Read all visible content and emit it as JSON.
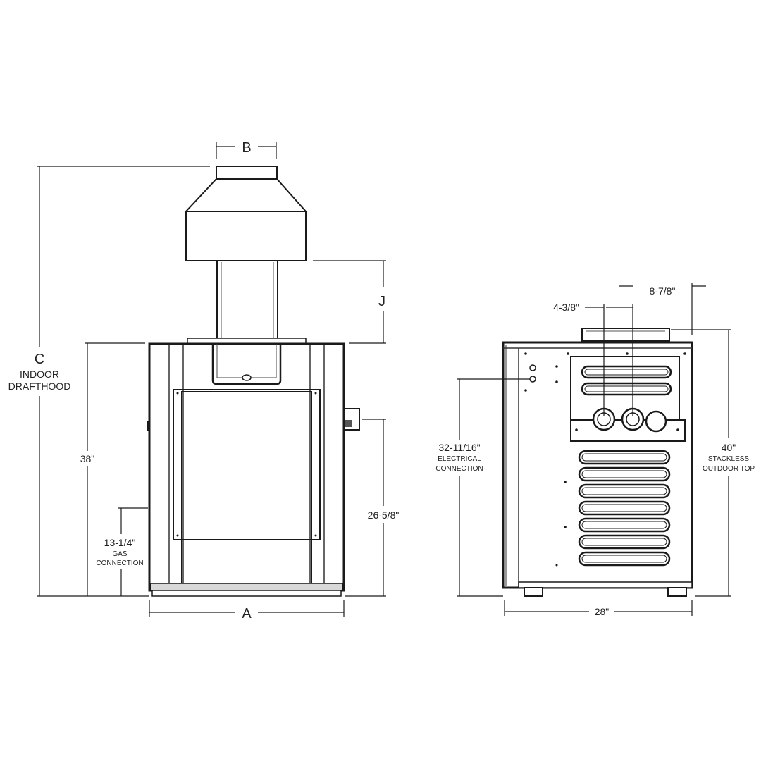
{
  "front_view": {
    "b_label": "B",
    "j_label": "J",
    "c_label": "C",
    "c_note_1": "INDOOR",
    "c_note_2": "DRAFTHOOD",
    "height_38": "38\"",
    "gas_dim": "13-1/4\"",
    "gas_note_1": "GAS",
    "gas_note_2": "CONNECTION",
    "water_dim": "26-5/8\"",
    "a_label": "A"
  },
  "side_view": {
    "dim_4_3_8": "4-3/8\"",
    "dim_8_7_8": "8-7/8\"",
    "elec_dim": "32-11/16\"",
    "elec_note_1": "ELECTRICAL",
    "elec_note_2": "CONNECTION",
    "height_40": "40\"",
    "h40_note_1": "STACKLESS",
    "h40_note_2": "OUTDOOR TOP",
    "width_28": "28\""
  }
}
